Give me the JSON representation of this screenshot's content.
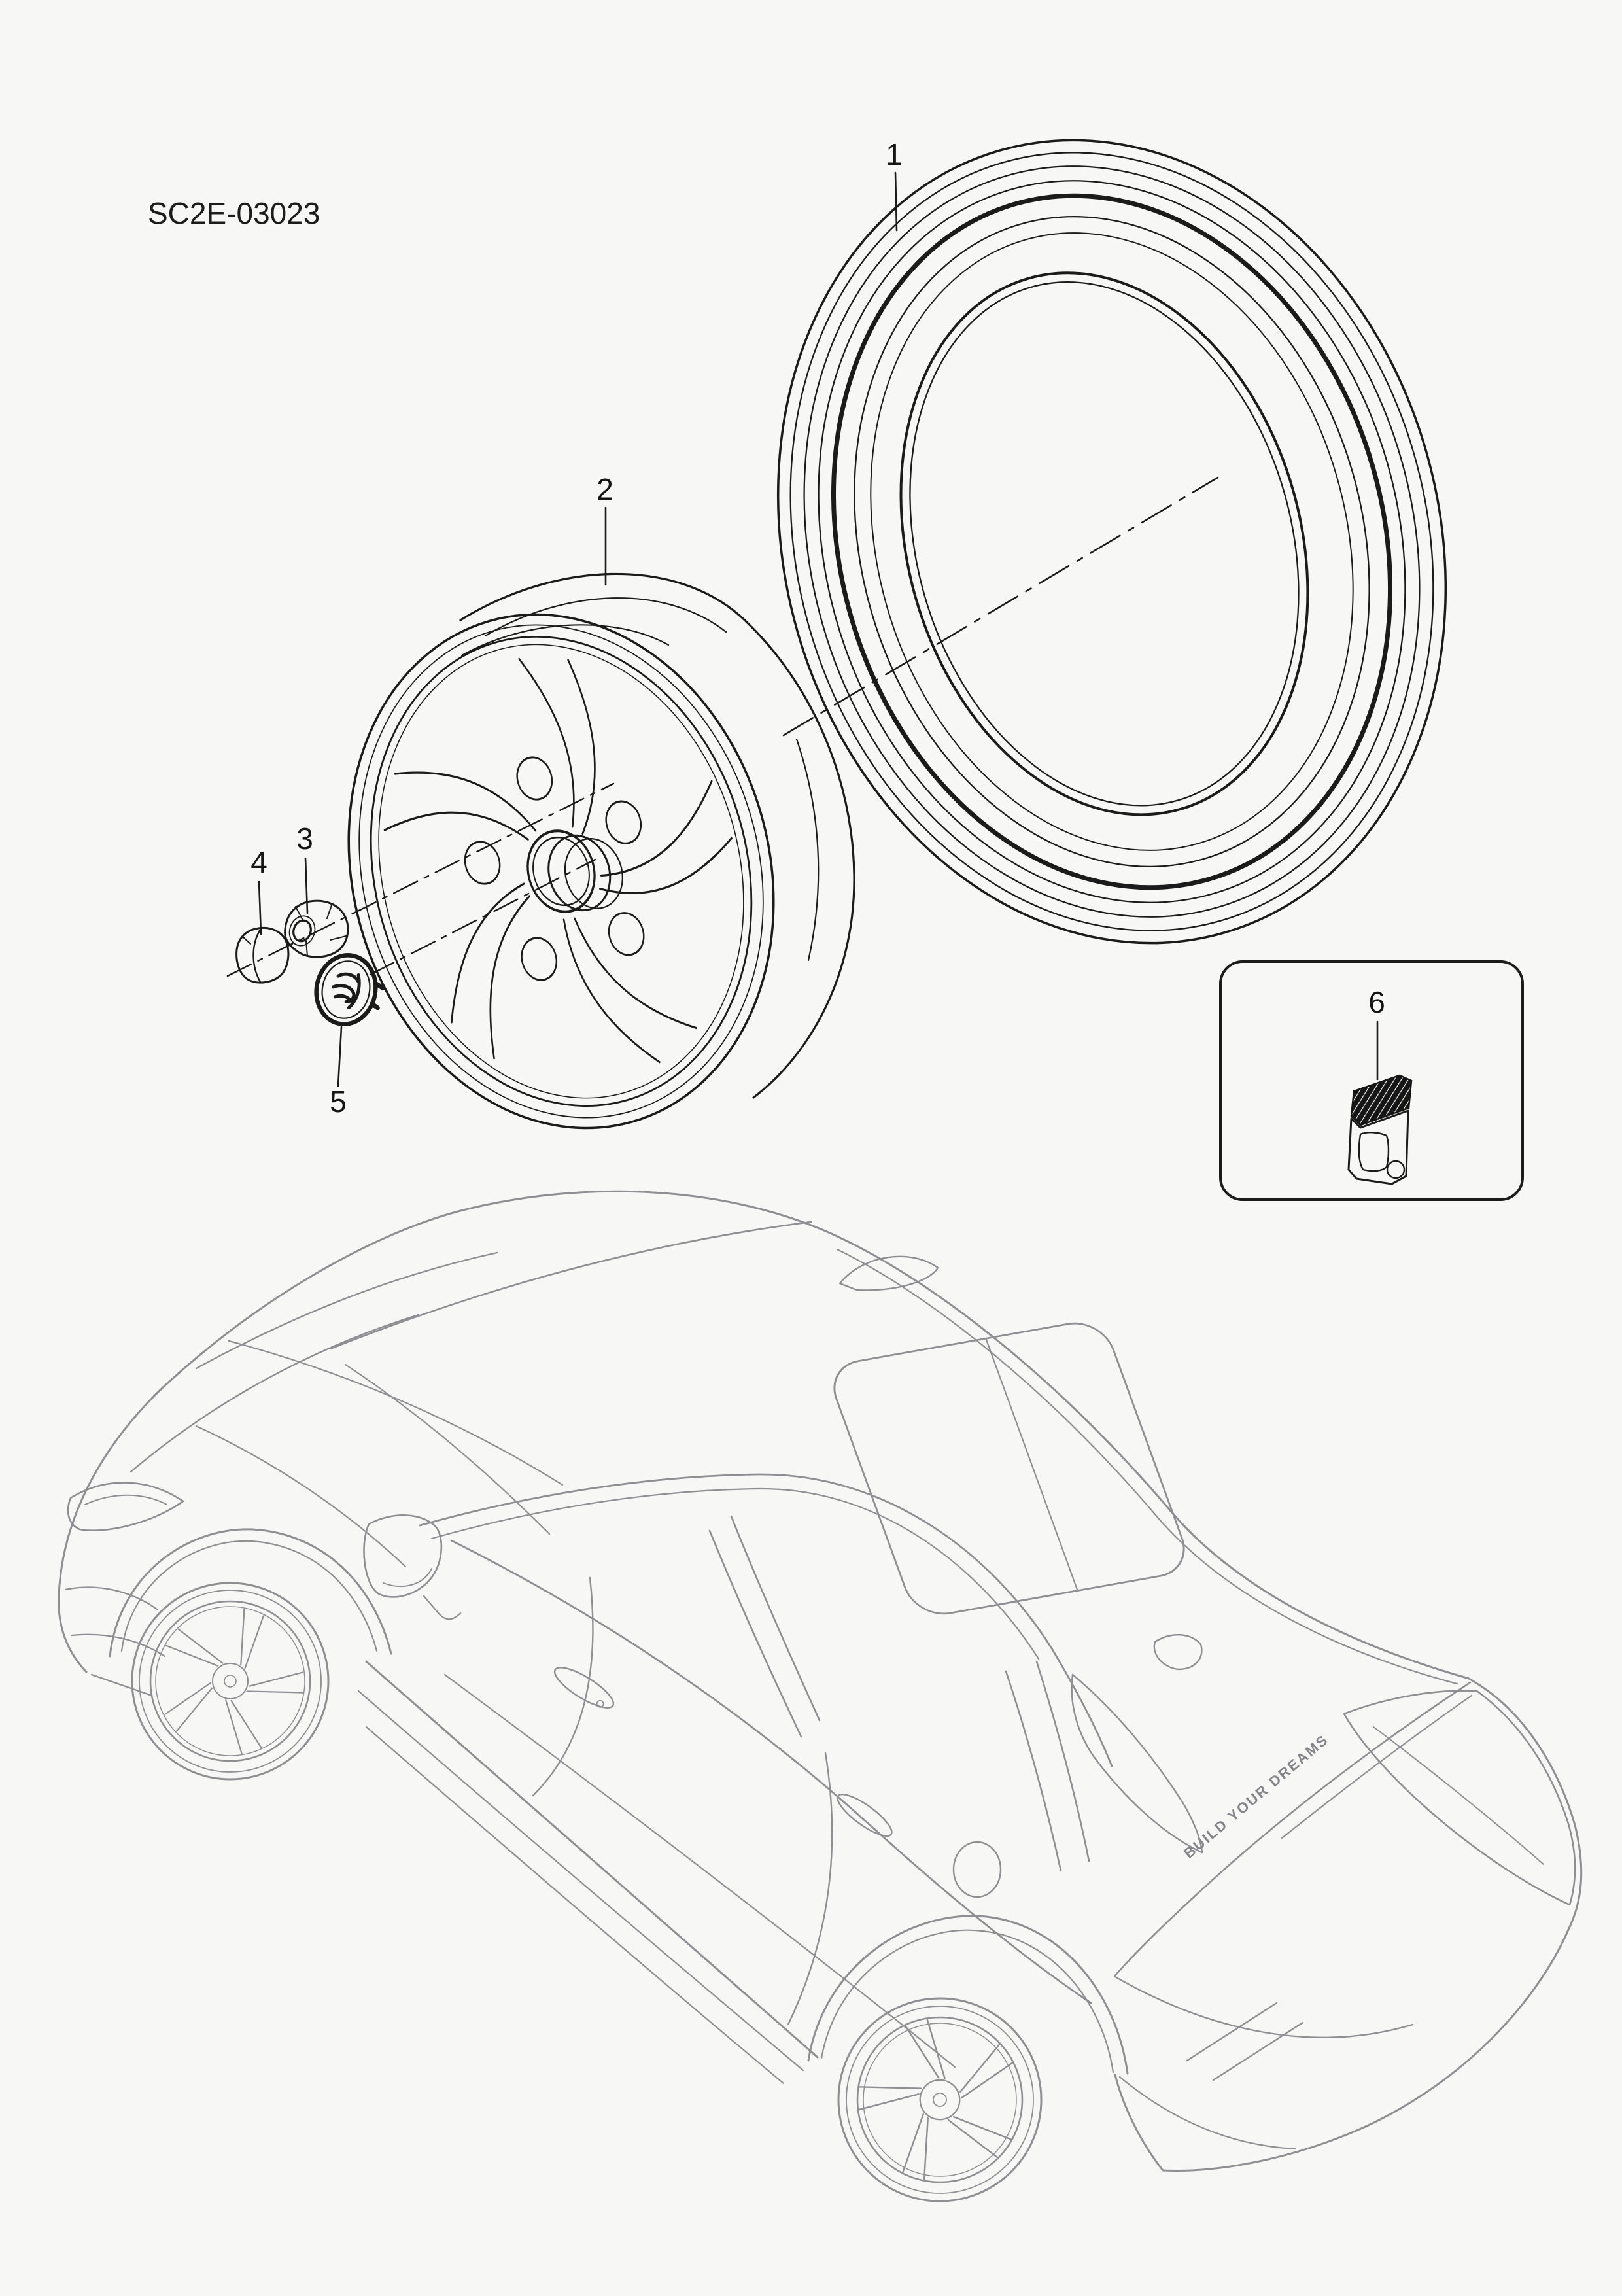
{
  "page": {
    "background": "#f7f7f5",
    "part_ink_color": "#1b1b1b",
    "vehicle_ink_color": "#8e8e93"
  },
  "diagram": {
    "code": "SC2E-03023",
    "callouts": [
      {
        "label": "1"
      },
      {
        "label": "2"
      },
      {
        "label": "3"
      },
      {
        "label": "4"
      },
      {
        "label": "5"
      },
      {
        "label": "6"
      }
    ],
    "vehicle_badge": {
      "text": "BUILD YOUR DREAMS"
    }
  }
}
